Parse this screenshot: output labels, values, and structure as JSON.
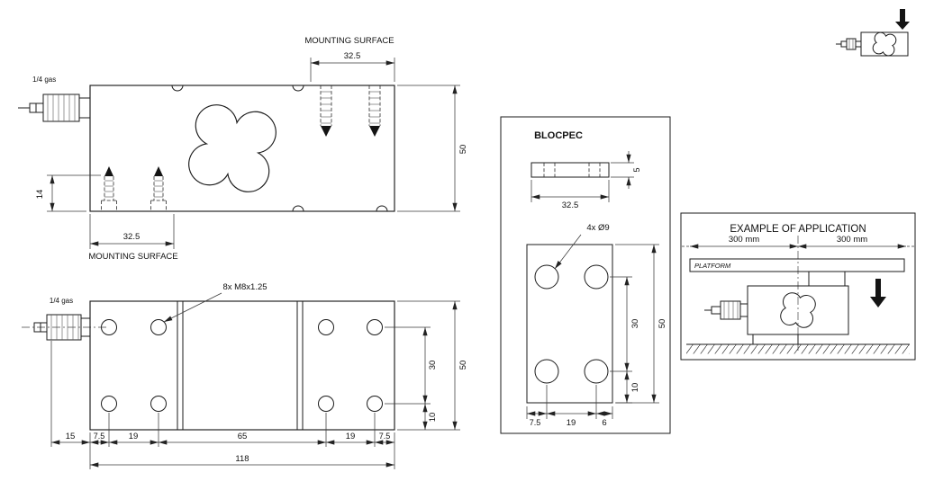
{
  "side_view": {
    "gas_label": "1/4 gas",
    "mounting_surface_top": "MOUNTING SURFACE",
    "mounting_surface_bottom": "MOUNTING SURFACE",
    "dim_top_width": "32.5",
    "dim_height": "50",
    "dim_stud_depth": "14",
    "dim_bottom_width": "32.5"
  },
  "plan_view": {
    "gas_label": "1/4 gas",
    "thread_callout": "8x M8x1.25",
    "dim_row_spacing": "30",
    "dim_height": "50",
    "dim_edge_offset": "10",
    "dim_connector": "15",
    "dim_a": "7.5",
    "dim_b": "19",
    "dim_c": "65",
    "dim_d": "19",
    "dim_e": "7.5",
    "dim_total": "118"
  },
  "blocpec": {
    "title": "BLOCPEC",
    "hole_callout": "4x Ø9",
    "dim_plate_width": "32.5",
    "dim_plate_thickness": "5",
    "dim_row_spacing": "30",
    "dim_height": "50",
    "dim_edge_offset": "10",
    "dim_a": "7.5",
    "dim_b": "19",
    "dim_c": "6"
  },
  "application": {
    "title": "EXAMPLE OF APPLICATION",
    "span_left": "300 mm",
    "span_right": "300 mm",
    "platform_label": "PLATFORM"
  }
}
